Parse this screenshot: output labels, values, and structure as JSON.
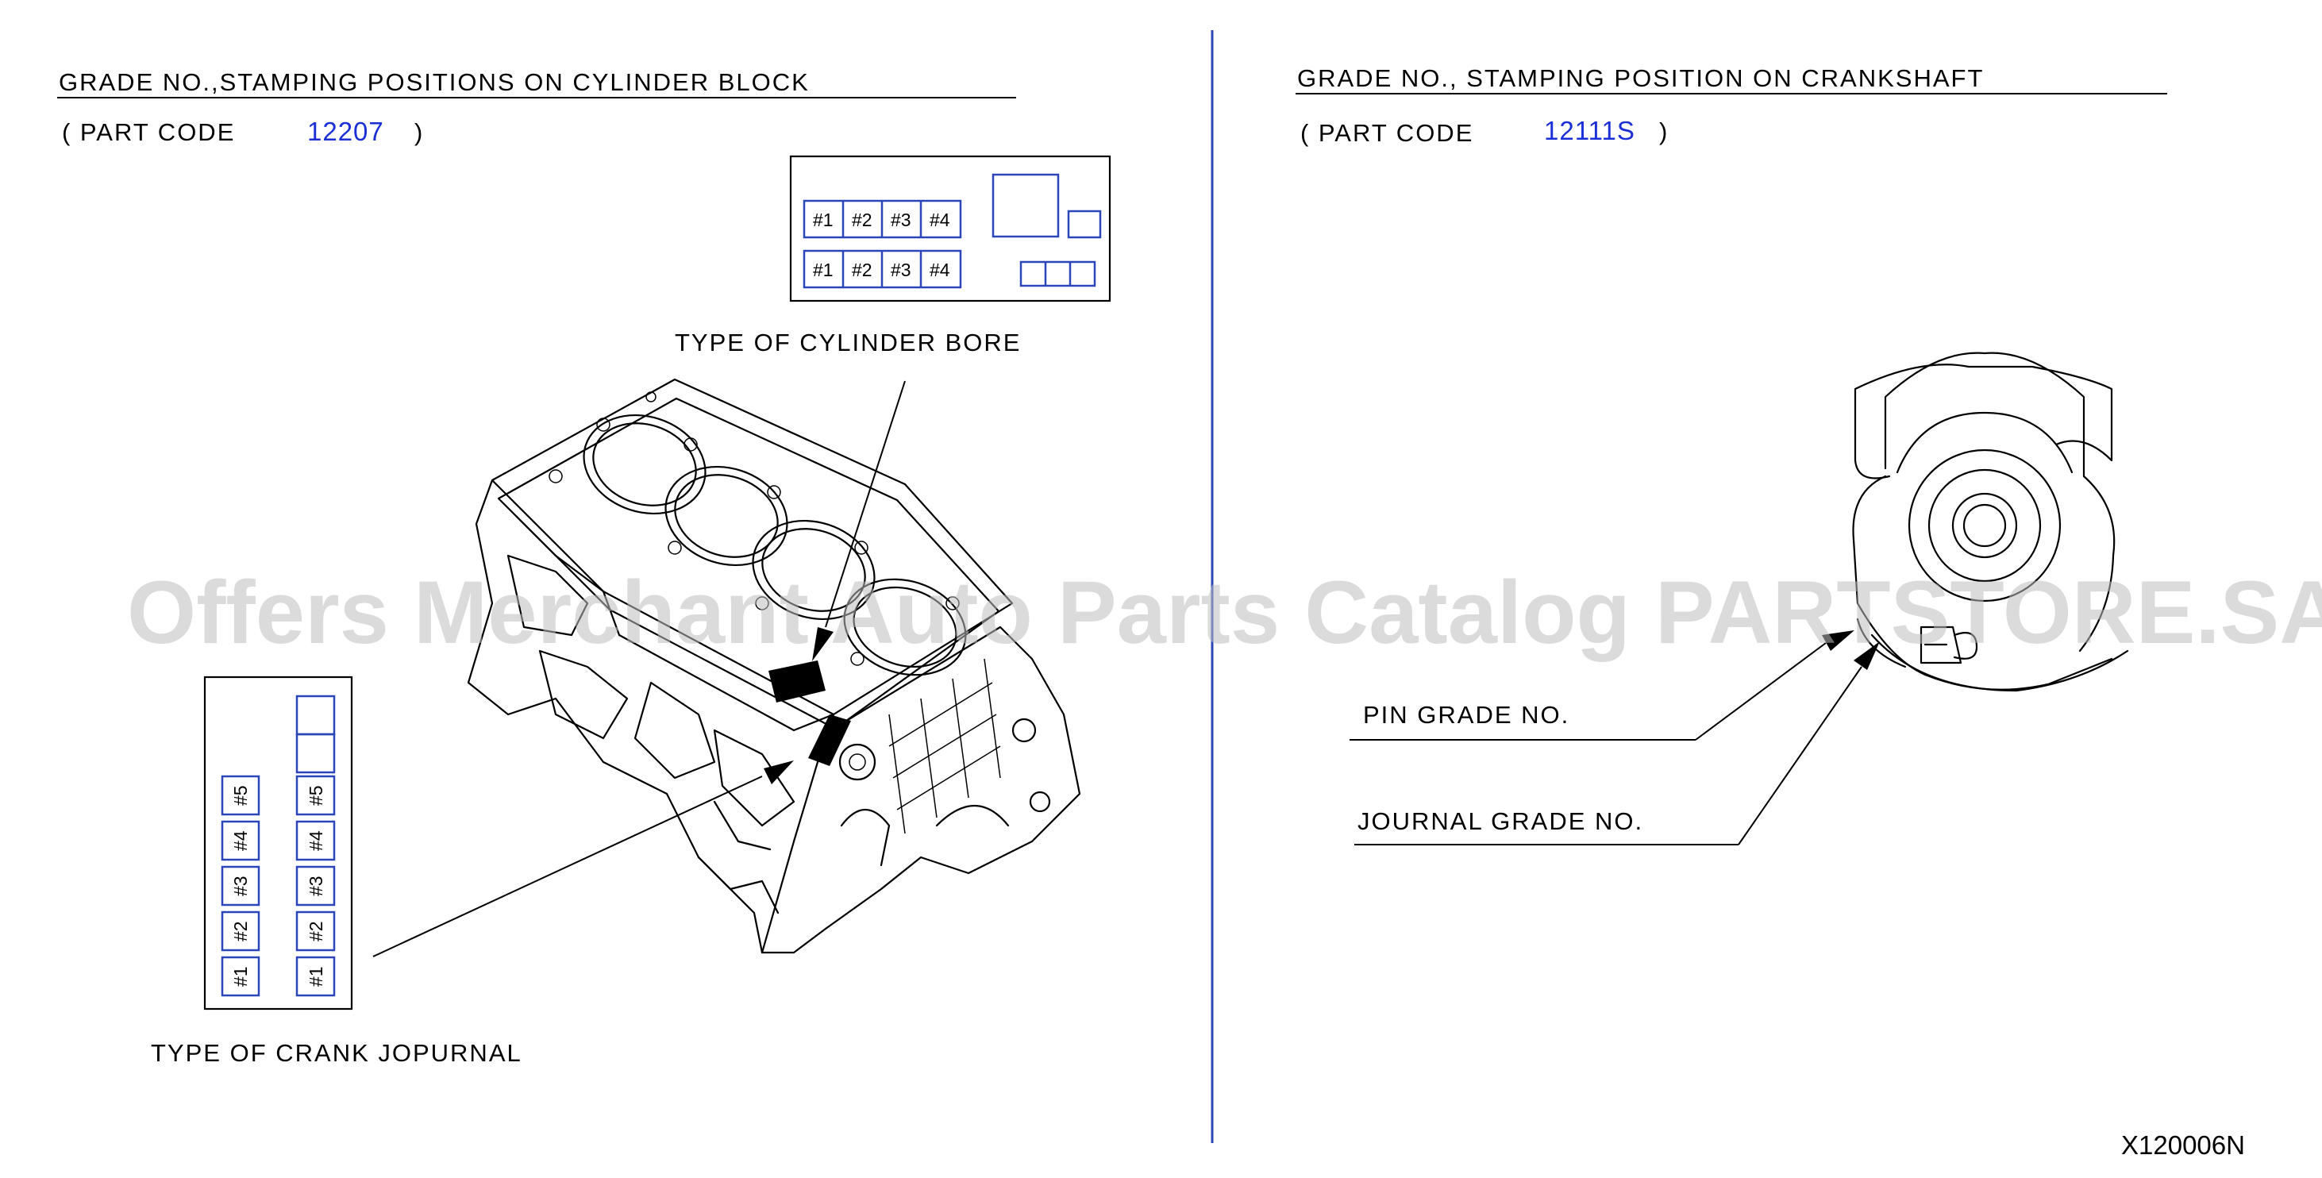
{
  "left": {
    "title": "GRADE  NO.,STAMPING  POSITIONS  ON  CYLINDER  BLOCK",
    "part_code_open": "( PART  CODE",
    "part_code": "12207",
    "part_code_close": ")",
    "bore_table": {
      "row1": [
        "#1",
        "#2",
        "#3",
        "#4"
      ],
      "row2": [
        "#1",
        "#2",
        "#3",
        "#4"
      ]
    },
    "bore_label": "TYPE  OF  CYLINDER  BORE",
    "journal_table": {
      "col1": [
        "#5",
        "#4",
        "#3",
        "#2",
        "#1"
      ],
      "col2": [
        "#5",
        "#4",
        "#3",
        "#2",
        "#1"
      ]
    },
    "journal_label": "TYPE  OF  CRANK  JOPURNAL"
  },
  "right": {
    "title": "GRADE  NO.,  STAMPING  POSITION  ON  CRANKSHAFT",
    "part_code_open": "( PART  CODE",
    "part_code": "12111S",
    "part_code_close": ")",
    "pin_label": "PIN  GRADE  NO.",
    "journal_label": "JOURNAL  GRADE  NO."
  },
  "watermark": "Offers Merchant Auto Parts Catalog PARTSTORE.SA",
  "reference": "X120006N",
  "colors": {
    "code_blue": "#1a2fd6",
    "divider": "#2b46b8",
    "table_lines": "#2b46b8"
  }
}
